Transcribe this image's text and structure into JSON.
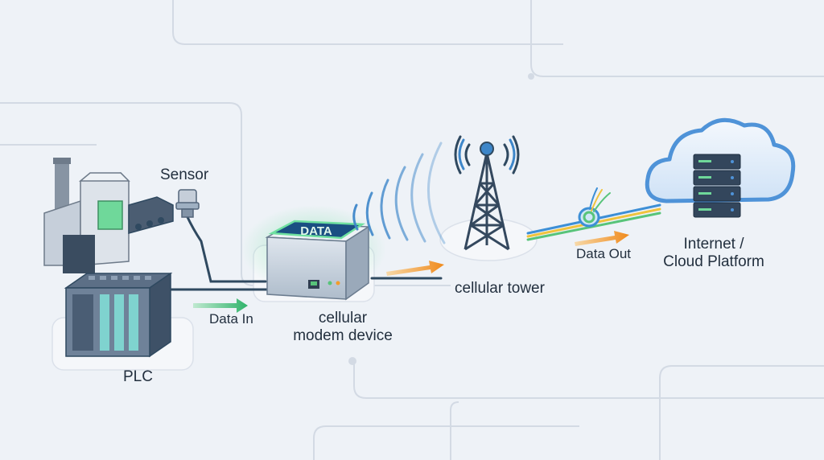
{
  "labels": {
    "sensor": "Sensor",
    "plc": "PLC",
    "data_in": "Data In",
    "modem_line1": "cellular",
    "modem_line2": "modem device",
    "modem_screen": "DATA",
    "tower": "cellular tower",
    "data_out": "Data Out",
    "cloud_line1": "Internet /",
    "cloud_line2": "Cloud Platform"
  },
  "colors": {
    "background": "#eef2f7",
    "grid_line": "#d3dae4",
    "wire": "#2f4960",
    "device_body": "#b8c4d2",
    "device_dark": "#36485c",
    "accent_green": "#6fd89a",
    "arrow_orange": "#f29c2b",
    "signal_blue": "#3d86c9",
    "cloud_blue": "#4f93d8",
    "screen_blue": "#1a4f82",
    "fiber_yellow": "#f0c33d",
    "fiber_green": "#58c47a",
    "fiber_blue": "#3d8fd6"
  },
  "icons": [
    "factory-icon",
    "sensor-icon",
    "plc-icon",
    "modem-icon",
    "wifi-signal-icon",
    "tower-icon",
    "fiber-bundle-icon",
    "cloud-server-icon",
    "arrow-right-icon"
  ]
}
